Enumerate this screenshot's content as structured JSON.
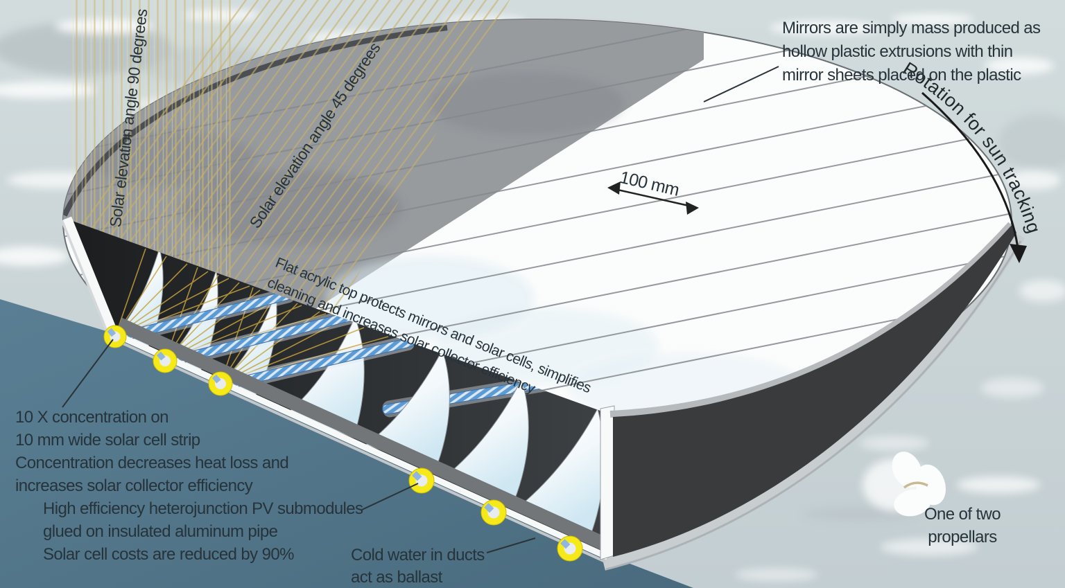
{
  "diagram_subject": "Floating circular concentrating solar collector, cutaway technical illustration",
  "labels": {
    "solar90": "Solar elevation angle 90 degrees",
    "solar45": "Solar elevation angle 45 degrees",
    "rotation": "Rotation for sun tracking",
    "dimension": "100 mm",
    "mirrors_lines": [
      "Mirrors are simply mass produced as",
      "hollow plastic extrusions with thin",
      "mirror sheets placed on the plastic"
    ],
    "acrylic_lines": [
      "Flat acrylic top protects mirrors and solar cells, simplifies",
      "cleaning and increases solar collector efficiency"
    ],
    "concentration_lines": [
      "10 X concentration on",
      "10 mm wide solar cell strip",
      "Concentration decreases heat loss and",
      "increases solar collector efficiency"
    ],
    "pv_lines": [
      "High efficiency heterojunction PV submodules",
      "glued on insulated aluminum pipe",
      "Solar cell costs are reduced by 90%"
    ],
    "coldwater_lines": [
      "Cold water in ducts",
      "act as ballast"
    ],
    "propellers_lines": [
      "One of two",
      "propellars"
    ]
  },
  "colors": {
    "water": "#cbd5d7",
    "annotation_wedge": "#547890",
    "hull_dark": "#393b3c",
    "platform_gray_top": "#979b9e",
    "mirror_white": "#fbfcfc",
    "sun_ray_yellow": "#cdb467",
    "duct_yellow": "#f6e91a",
    "pv_pipe_blue": "#5b9bd5",
    "text": "#26333a"
  }
}
